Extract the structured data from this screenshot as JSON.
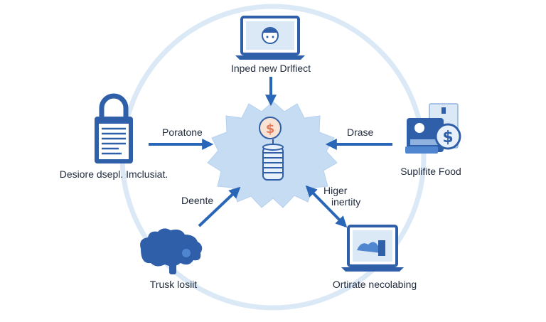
{
  "labels": {
    "top": "Inped new Drlfiect",
    "left": "Desiore dsepl. Imclusiat.",
    "right": "Suplifite Food",
    "bottom_left": "Trusk losiit",
    "bottom_right": "Ortirate necolabing",
    "arrow_left": "Poratone",
    "arrow_right": "Drase",
    "arrow_bottom_left": "Deente",
    "arrow_bottom_right_line1": "Higer",
    "arrow_bottom_right_line2": "inertity"
  },
  "colors": {
    "ring": "#dbe9f6",
    "arrow": "#2a66b8",
    "icon_dark": "#2f5fa8",
    "icon_mid": "#4f86cf",
    "icon_light": "#cfe2f6",
    "hub_fill": "#c5dcf3",
    "text": "#1f2a3c"
  },
  "icons": {
    "top": "laptop-face-icon",
    "left": "padlock-document-icon",
    "right": "dollar-cards-icon",
    "bottom_left": "cloud-blob-icon",
    "bottom_right": "laptop-chart-icon",
    "hub": "coin-stack-dollar-icon"
  }
}
